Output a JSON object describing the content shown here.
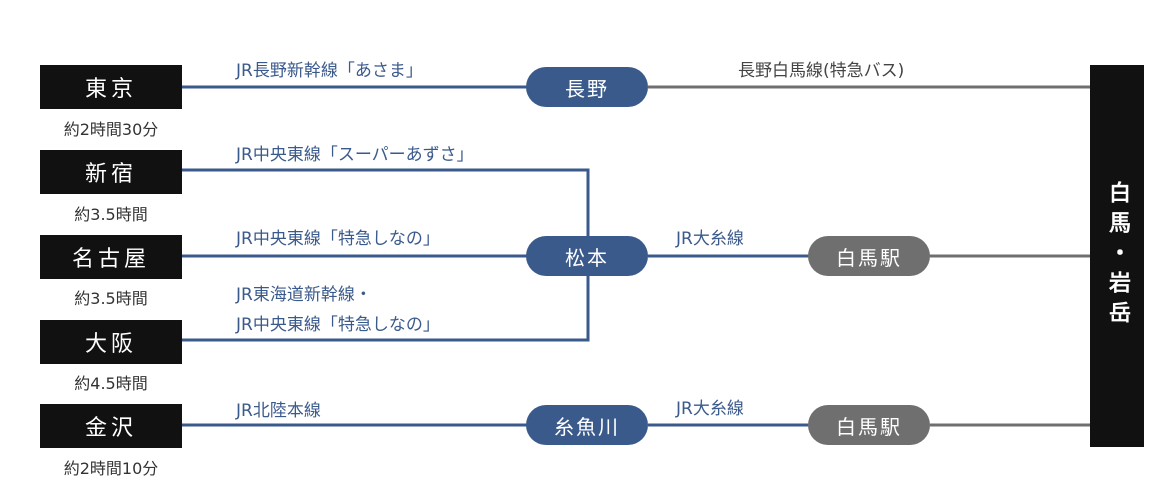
{
  "destination": "白馬・岩岳",
  "origins": [
    {
      "name": "東京",
      "time": "約2時間30分"
    },
    {
      "name": "新宿",
      "time": "約3.5時間"
    },
    {
      "name": "名古屋",
      "time": "約3.5時間"
    },
    {
      "name": "大阪",
      "time": "約4.5時間"
    },
    {
      "name": "金沢",
      "time": "約2時間10分"
    }
  ],
  "hubs": {
    "nagano": "長野",
    "matsumoto": "松本",
    "itoigawa": "糸魚川",
    "hakuba_station_1": "白馬駅",
    "hakuba_station_2": "白馬駅"
  },
  "lines": {
    "tokyo_nagano": "JR長野新幹線「あさま」",
    "nagano_hakuba": "長野白馬線(特急バス)",
    "shinjuku_matsumoto": "JR中央東線「スーパーあずさ」",
    "nagoya_matsumoto": "JR中央東線「特急しなの」",
    "osaka_matsumoto_1": "JR東海道新幹線・",
    "osaka_matsumoto_2": "JR中央東線「特急しなの」",
    "matsumoto_hakuba": "JR大糸線",
    "kanazawa_itoigawa": "JR北陸本線",
    "itoigawa_hakuba": "JR大糸線"
  },
  "colors": {
    "rail": "#3b5a8c",
    "bus": "#6f6f6f",
    "origin": "#111111"
  }
}
